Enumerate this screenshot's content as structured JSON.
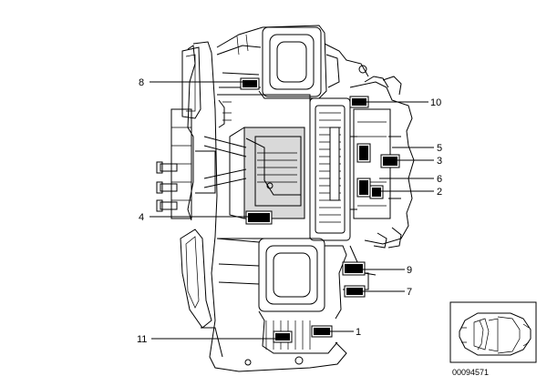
{
  "diagram": {
    "callouts": [
      {
        "id": "c8",
        "label": "8"
      },
      {
        "id": "c10",
        "label": "10"
      },
      {
        "id": "c5",
        "label": "5"
      },
      {
        "id": "c3",
        "label": "3"
      },
      {
        "id": "c6",
        "label": "6"
      },
      {
        "id": "c2",
        "label": "2"
      },
      {
        "id": "c4",
        "label": "4"
      },
      {
        "id": "c9",
        "label": "9"
      },
      {
        "id": "c7",
        "label": "7"
      },
      {
        "id": "c1",
        "label": "1"
      },
      {
        "id": "c11",
        "label": "11"
      }
    ],
    "part_number": "00094571"
  }
}
